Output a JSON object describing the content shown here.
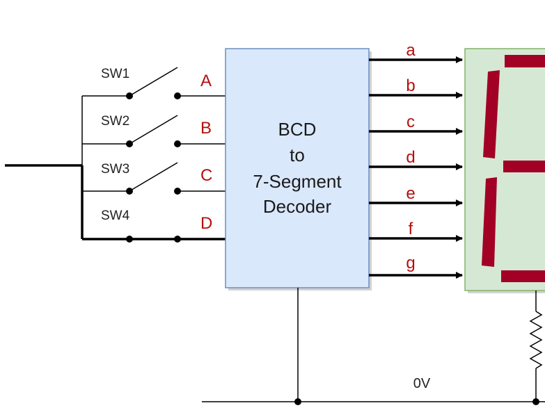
{
  "switches": [
    {
      "label": "SW1",
      "input": "A",
      "closed": false
    },
    {
      "label": "SW2",
      "input": "B",
      "closed": false
    },
    {
      "label": "SW3",
      "input": "C",
      "closed": false
    },
    {
      "label": "SW4",
      "input": "D",
      "closed": true
    }
  ],
  "decoder": {
    "line1": "BCD",
    "line2": "to",
    "line3": "7-Segment",
    "line4": "Decoder"
  },
  "outputs": [
    "a",
    "b",
    "c",
    "d",
    "e",
    "f",
    "g"
  ],
  "ground_label": "0V",
  "colors": {
    "wire": "#000000",
    "label_red": "#b50e0e",
    "decoder_fill": "#dae8fc",
    "decoder_stroke": "#6c8ebf",
    "display_fill": "#d5e8d4",
    "display_stroke": "#82b366",
    "segment": "#a20025"
  }
}
